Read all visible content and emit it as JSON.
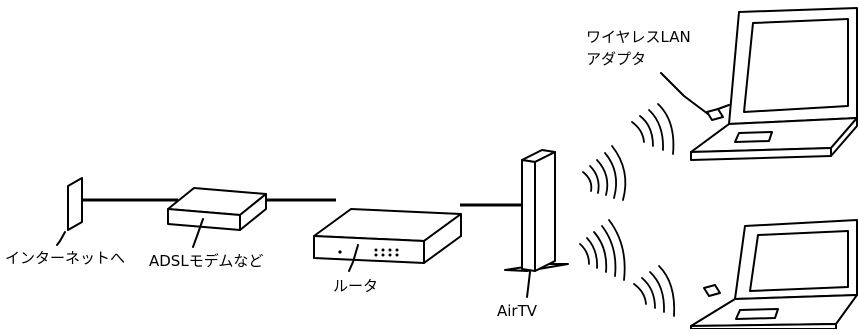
{
  "diagram": {
    "labels": {
      "internet": "インターネットへ",
      "modem": "ADSLモデムなど",
      "router": "ルータ",
      "airtv": "AirTV",
      "wireless_adapter_line1": "ワイヤレスLAN",
      "wireless_adapter_line2": "アダプタ"
    }
  }
}
